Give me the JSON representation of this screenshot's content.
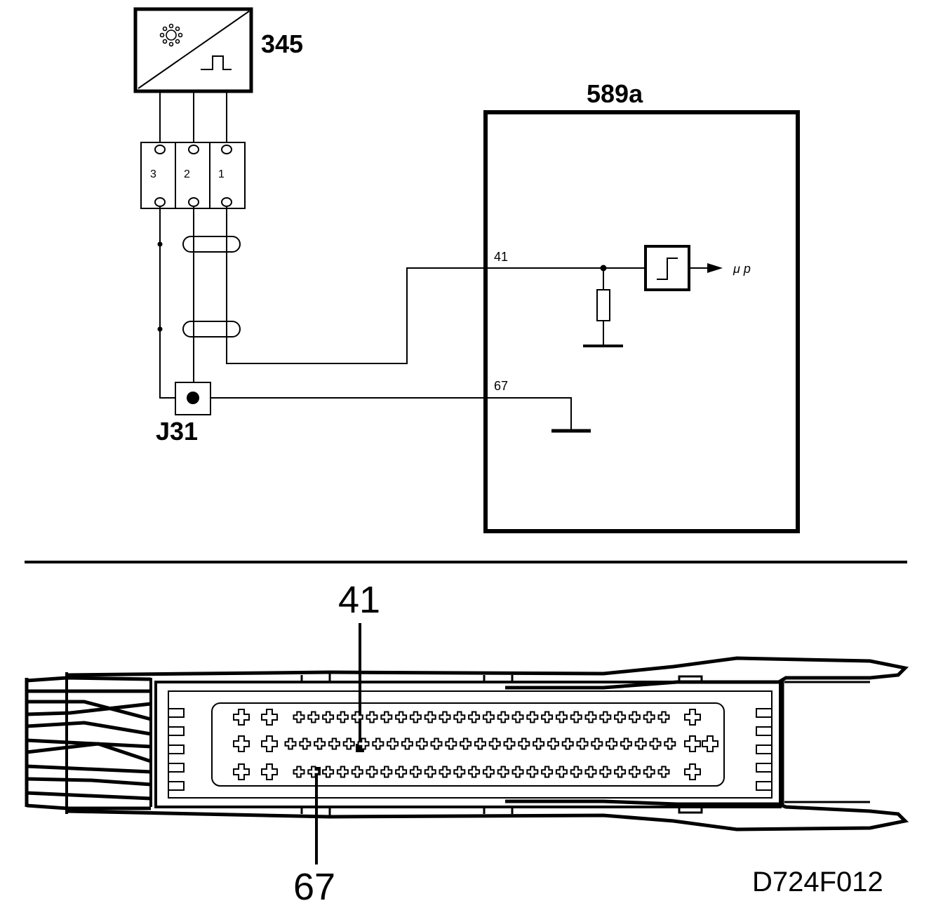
{
  "labels": {
    "sensor_id": "345",
    "ecu_id": "589a",
    "junction_id": "J31",
    "pin_signal": "41",
    "pin_ground": "67",
    "output": "μ p",
    "connector_pin_3": "3",
    "connector_pin_2": "2",
    "connector_pin_1": "1",
    "callout_top": "41",
    "callout_bottom": "67",
    "drawing_code": "D724F012"
  }
}
